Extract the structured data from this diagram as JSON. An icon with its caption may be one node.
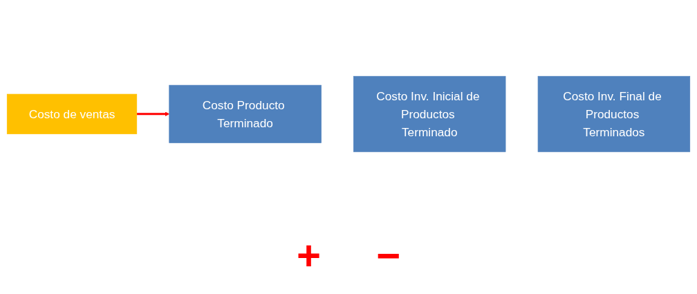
{
  "diagram": {
    "nodes": [
      {
        "text": [
          "Costo de ventas"
        ]
      },
      {
        "text": [
          "Costo Producto Terminado"
        ]
      },
      {
        "text": [
          "Costo Inv. Inicial de Productos Terminado"
        ]
      },
      {
        "text": [
          "Costo Inv. Final de Productos Terminados"
        ]
      }
    ],
    "edges": [
      {
        "from": 0,
        "to": 1,
        "arrow": "to",
        "color": "#ff0000"
      }
    ],
    "labels": [
      "+",
      "−"
    ]
  }
}
